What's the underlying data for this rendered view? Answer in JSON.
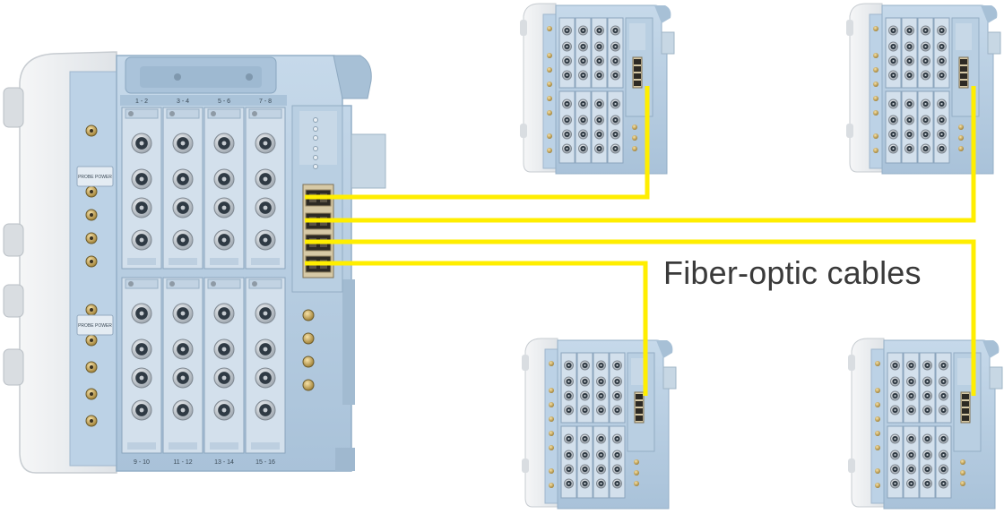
{
  "caption": "Fiber-optic cables",
  "main_unit": {
    "top_slot_labels": [
      "1 - 2",
      "3 - 4",
      "5 - 6",
      "7 - 8"
    ],
    "bottom_slot_labels": [
      "9 - 10",
      "11 - 12",
      "13 - 14",
      "15 - 16"
    ],
    "probe_power_label": "PROBE POWER"
  },
  "colors": {
    "cable": "#ffee00",
    "chassis": "#b8cfe3",
    "front_panel": "#e9ecef",
    "bnc_outer": "#c9ced4",
    "bnc_inner": "#2f3a44"
  },
  "icons": {
    "bnc_connector": "bnc-connector-icon",
    "sfp_port": "sfp-port-icon"
  }
}
